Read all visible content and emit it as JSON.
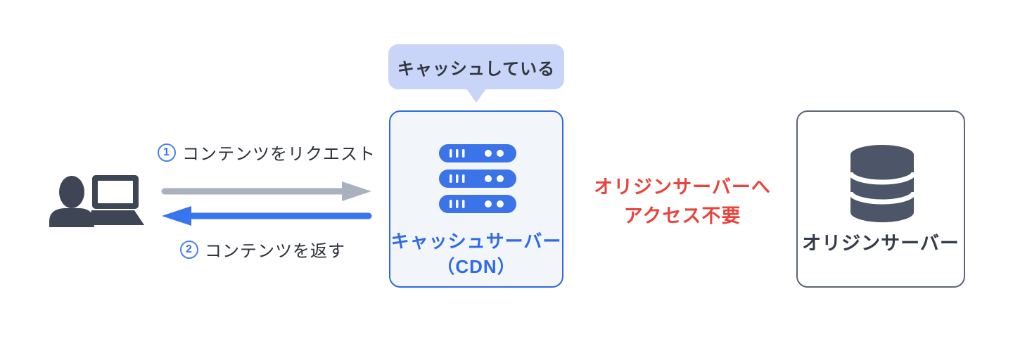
{
  "bubble": {
    "text": "キャッシュしている",
    "background": "#c9d5f8"
  },
  "client": {
    "icon": "user-laptop-icon",
    "icon_color": "#3e4555"
  },
  "flows": {
    "request": {
      "number": "1",
      "label": "コンテンツをリクエスト",
      "direction": "right",
      "arrow_color": "#a9b1c1"
    },
    "response": {
      "number": "2",
      "label": "コンテンツを返す",
      "direction": "left",
      "arrow_color": "#3b74f0"
    }
  },
  "cache_server": {
    "icon": "server-stack-icon",
    "label_line1": "キャッシュサーバー",
    "label_line2": "（CDN）",
    "border_color": "#3068e0",
    "background": "#f2f6fa",
    "label_color": "#2f6be8",
    "icon_color": "#3b73e8"
  },
  "note": {
    "line1": "オリジンサーバーへ",
    "line2": "アクセス不要",
    "color": "#e8443e"
  },
  "origin_server": {
    "icon": "database-icon",
    "label": "オリジンサーバー",
    "border_color": "#5d6473",
    "icon_color": "#4d5668",
    "label_color": "#353b48"
  }
}
